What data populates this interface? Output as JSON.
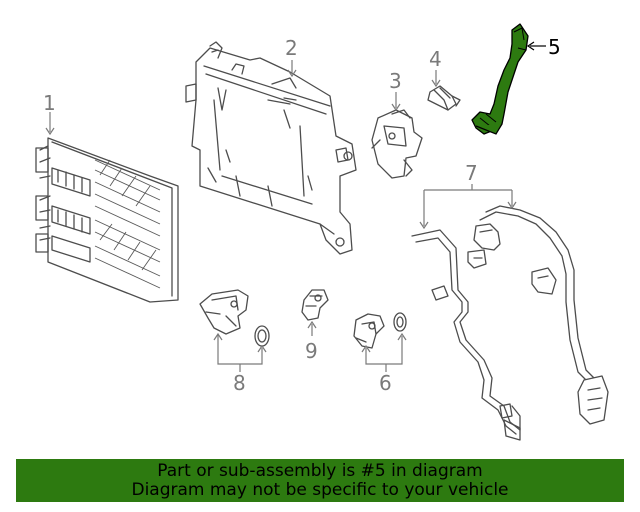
{
  "callouts": {
    "c1": "1",
    "c2": "2",
    "c3": "3",
    "c4": "4",
    "c5": "5",
    "c6": "6",
    "c7": "7",
    "c8": "8",
    "c9": "9"
  },
  "highlight_color": "#2d7a10",
  "banner": {
    "line1": "Part or sub-assembly is #5 in diagram",
    "line2": "Diagram may not be specific to your vehicle"
  }
}
